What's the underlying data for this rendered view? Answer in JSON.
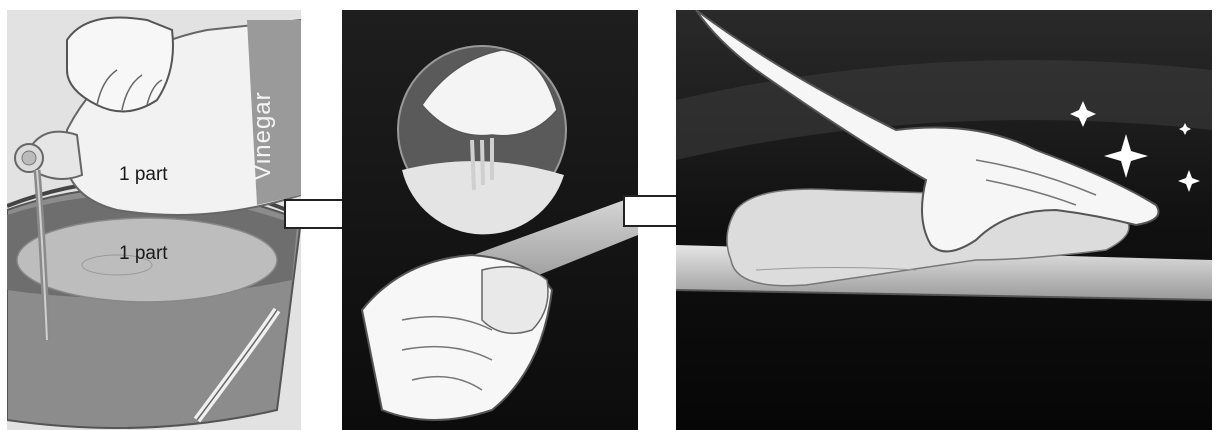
{
  "steps": {
    "step1": {
      "bottle_label": "Vinegar",
      "vinegar_ratio": "1 part",
      "water_ratio": "1 part"
    }
  }
}
